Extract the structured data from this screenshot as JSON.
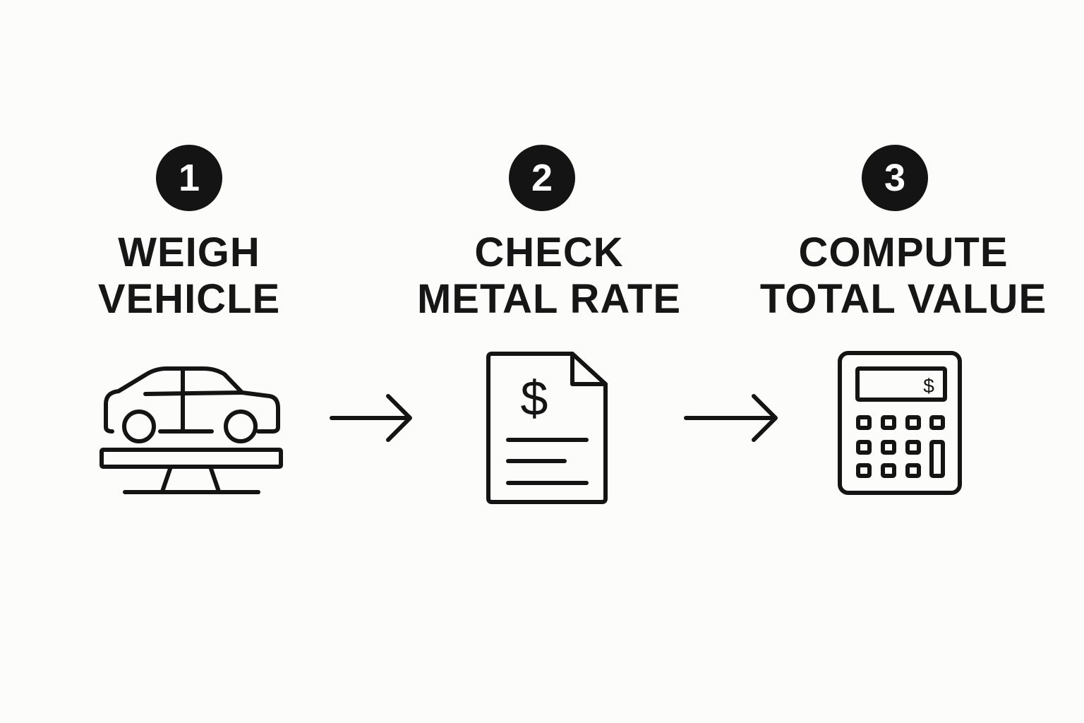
{
  "steps": [
    {
      "number": "1",
      "title_line1": "WEIGH",
      "title_line2": "VEHICLE",
      "icon": "car-on-scale-icon"
    },
    {
      "number": "2",
      "title_line1": "CHECK",
      "title_line2": "METAL RATE",
      "icon": "price-document-icon",
      "icon_symbol": "$"
    },
    {
      "number": "3",
      "title_line1": "COMPUTE",
      "title_line2": "TOTAL VALUE",
      "icon": "calculator-icon",
      "icon_symbol": "$"
    }
  ],
  "connectors": [
    "arrow-right-icon",
    "arrow-right-icon"
  ],
  "colors": {
    "background": "#fcfcfb",
    "ink": "#141414",
    "badge_text": "#ffffff"
  }
}
